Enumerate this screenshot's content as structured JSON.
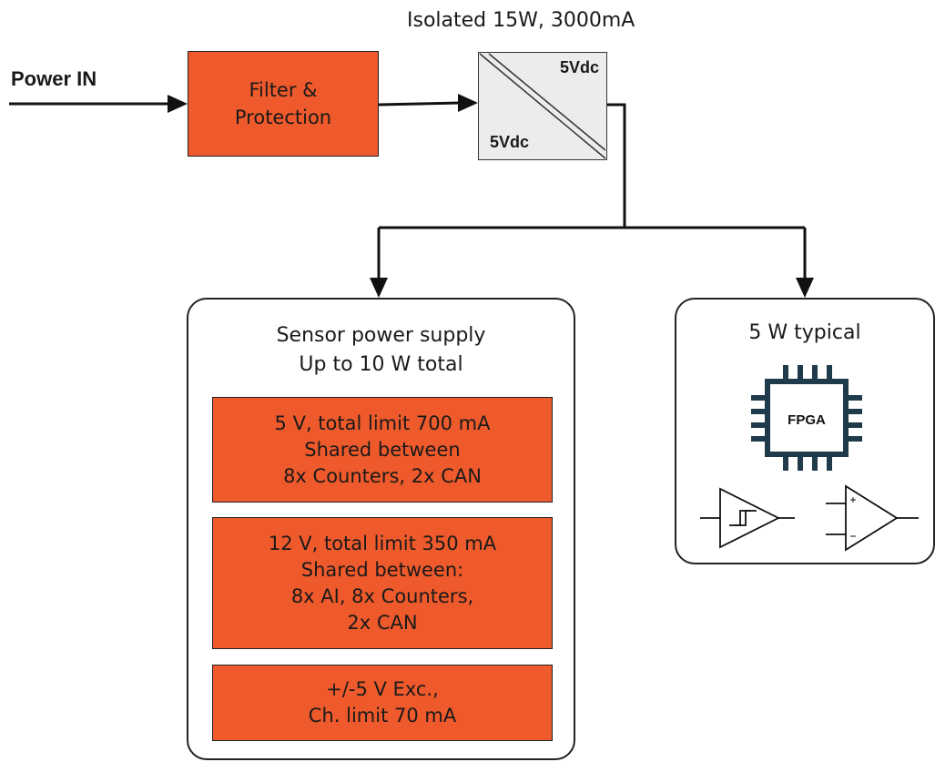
{
  "input": {
    "label": "Power IN"
  },
  "filter": {
    "line1": "Filter &",
    "line2": "Protection"
  },
  "converter": {
    "rating": "Isolated 15W, 3000mA",
    "output_label": "5Vdc",
    "input_label": "5Vdc"
  },
  "sensor_supply": {
    "title_line1": "Sensor power supply",
    "title_line2": "Up to 10 W total",
    "rails": [
      {
        "line1": "5 V, total limit 700 mA",
        "line2": "Shared between",
        "line3": "8x Counters, 2x CAN"
      },
      {
        "line1": "12 V, total limit 350 mA",
        "line2": "Shared between:",
        "line3": "8x AI, 8x Counters,",
        "line4": "2x CAN"
      },
      {
        "line1": "+/-5 V Exc.,",
        "line2": "Ch. limit 70 mA"
      }
    ]
  },
  "fpga_block": {
    "title": "5 W typical",
    "chip_label": "FPGA",
    "icons": [
      "fpga-chip-icon",
      "schmitt-trigger-icon",
      "op-amp-icon"
    ]
  },
  "colors": {
    "accent": "#ee5a2b",
    "converter_fill": "#ececec",
    "line": "#111111"
  }
}
